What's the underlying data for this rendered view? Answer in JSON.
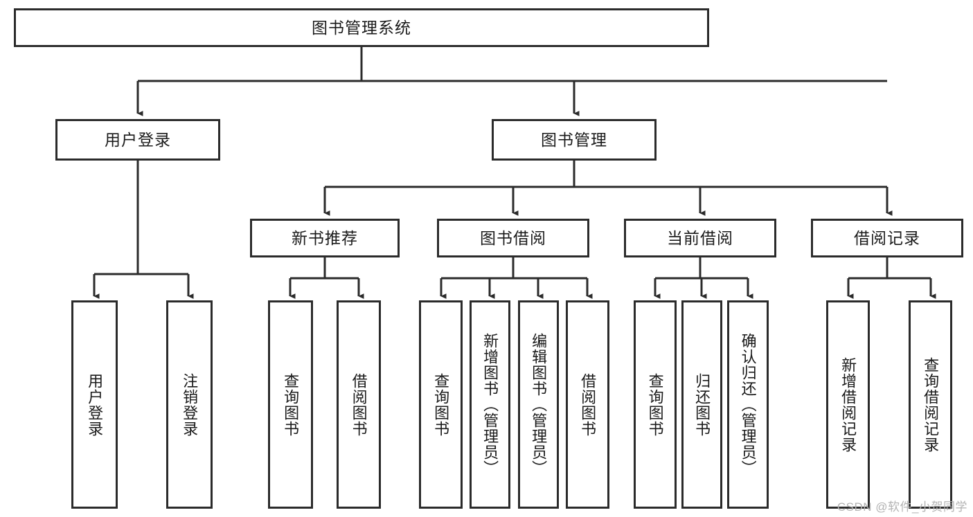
{
  "diagram": {
    "title": "图书管理系统",
    "type": "tree-hierarchy-chart",
    "watermark": "CSDN @软件_小贺同学",
    "colors": {
      "stroke": "#2b2b2b",
      "fill": "#ffffff",
      "text": "#1a1a1a",
      "watermark": "#b3b3b3"
    },
    "root": {
      "label": "图书管理系统"
    },
    "level2": [
      {
        "id": "user-login",
        "label": "用户登录"
      },
      {
        "id": "book-management",
        "label": "图书管理"
      }
    ],
    "level3": [
      {
        "id": "new-book-recommend",
        "label": "新书推荐",
        "parent": "book-management"
      },
      {
        "id": "book-borrow",
        "label": "图书借阅",
        "parent": "book-management"
      },
      {
        "id": "current-borrow",
        "label": "当前借阅",
        "parent": "book-management"
      },
      {
        "id": "borrow-record",
        "label": "借阅记录",
        "parent": "book-management"
      }
    ],
    "leaves": [
      {
        "id": "leaf-user-login",
        "label": "用户登录",
        "parent": "user-login"
      },
      {
        "id": "leaf-logout-login",
        "label": "注销登录",
        "parent": "user-login"
      },
      {
        "id": "leaf-query-book-1",
        "label": "查询图书",
        "parent": "new-book-recommend"
      },
      {
        "id": "leaf-borrow-book-1",
        "label": "借阅图书",
        "parent": "new-book-recommend"
      },
      {
        "id": "leaf-query-book-2",
        "label": "查询图书",
        "parent": "book-borrow"
      },
      {
        "id": "leaf-add-book",
        "label": "新增图书（管理员）",
        "parent": "book-borrow"
      },
      {
        "id": "leaf-edit-book",
        "label": "编辑图书（管理员）",
        "parent": "book-borrow"
      },
      {
        "id": "leaf-borrow-book-2",
        "label": "借阅图书",
        "parent": "book-borrow"
      },
      {
        "id": "leaf-query-book-3",
        "label": "查询图书",
        "parent": "current-borrow"
      },
      {
        "id": "leaf-return-book",
        "label": "归还图书",
        "parent": "current-borrow"
      },
      {
        "id": "leaf-confirm-return",
        "label": "确认归还（管理员）",
        "parent": "current-borrow"
      },
      {
        "id": "leaf-add-record",
        "label": "新增借阅记录",
        "parent": "borrow-record"
      },
      {
        "id": "leaf-query-record",
        "label": "查询借阅记录",
        "parent": "borrow-record"
      }
    ]
  }
}
